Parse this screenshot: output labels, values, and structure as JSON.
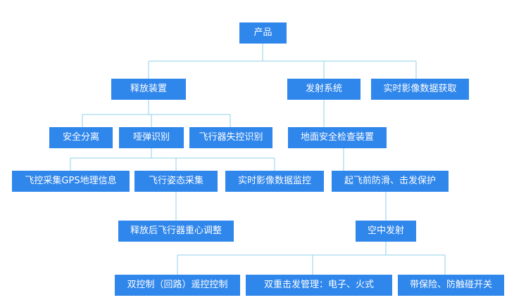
{
  "diagram": {
    "nodes": {
      "root": "产品",
      "release_device": "释放装置",
      "launch_system": "发射系统",
      "video_acquisition": "实时影像数据获取",
      "safe_separation": "安全分离",
      "dud_identification": "哑弹识别",
      "runaway_identification": "飞行器失控识别",
      "ground_safety_check": "地面安全检查装置",
      "gps_info": "飞控采集GPS地理信息",
      "attitude_collection": "飞行姿态采集",
      "video_monitoring": "实时影像数据监控",
      "takeoff_protection": "起飞前防滑、击发保护",
      "cg_adjustment": "释放后飞行器重心调整",
      "air_launch": "空中发射",
      "dual_remote_control": "双控制（回路）遥控控制",
      "dual_firing": "双重击发管理：电子、火式",
      "safety_switch": "带保险、防触碰开关"
    },
    "colors": {
      "node_fill": "#2f86eb",
      "node_text": "#ffffff",
      "connector": "#8fd0e8"
    }
  }
}
